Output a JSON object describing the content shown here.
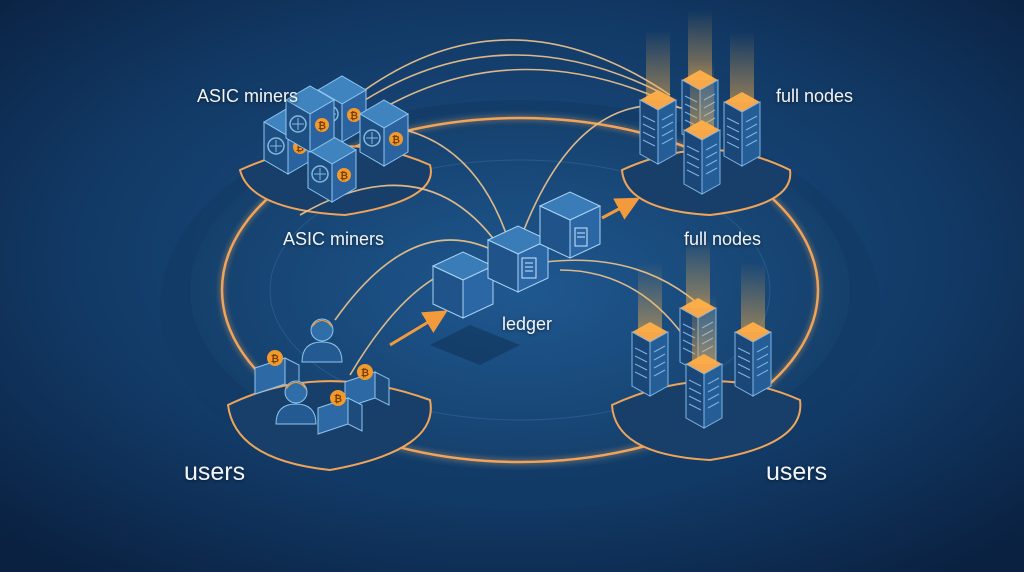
{
  "labels": {
    "miners_top": "ASIC miners",
    "miners_bottom": "ASIC miners",
    "nodes_top": "full nodes",
    "nodes_bottom": "full nodes",
    "ledger": "ledger",
    "users_left": "users",
    "users_right": "users"
  },
  "colors": {
    "background": "#0c2a4f",
    "platform": "#16426f",
    "ring": "#f0a45a",
    "connection": "#f2c68c",
    "arrow": "#f29a3c",
    "cube": "#2c6aa0",
    "server": "#1d4b7c",
    "glow": "#ffb347",
    "coin": "#f29a2e"
  },
  "icons": {
    "miner": "asic-miner-icon",
    "coin": "bitcoin-coin-icon",
    "server": "server-rack-icon",
    "user": "user-avatar-icon",
    "wallet": "wallet-icon",
    "block": "ledger-block-icon"
  }
}
